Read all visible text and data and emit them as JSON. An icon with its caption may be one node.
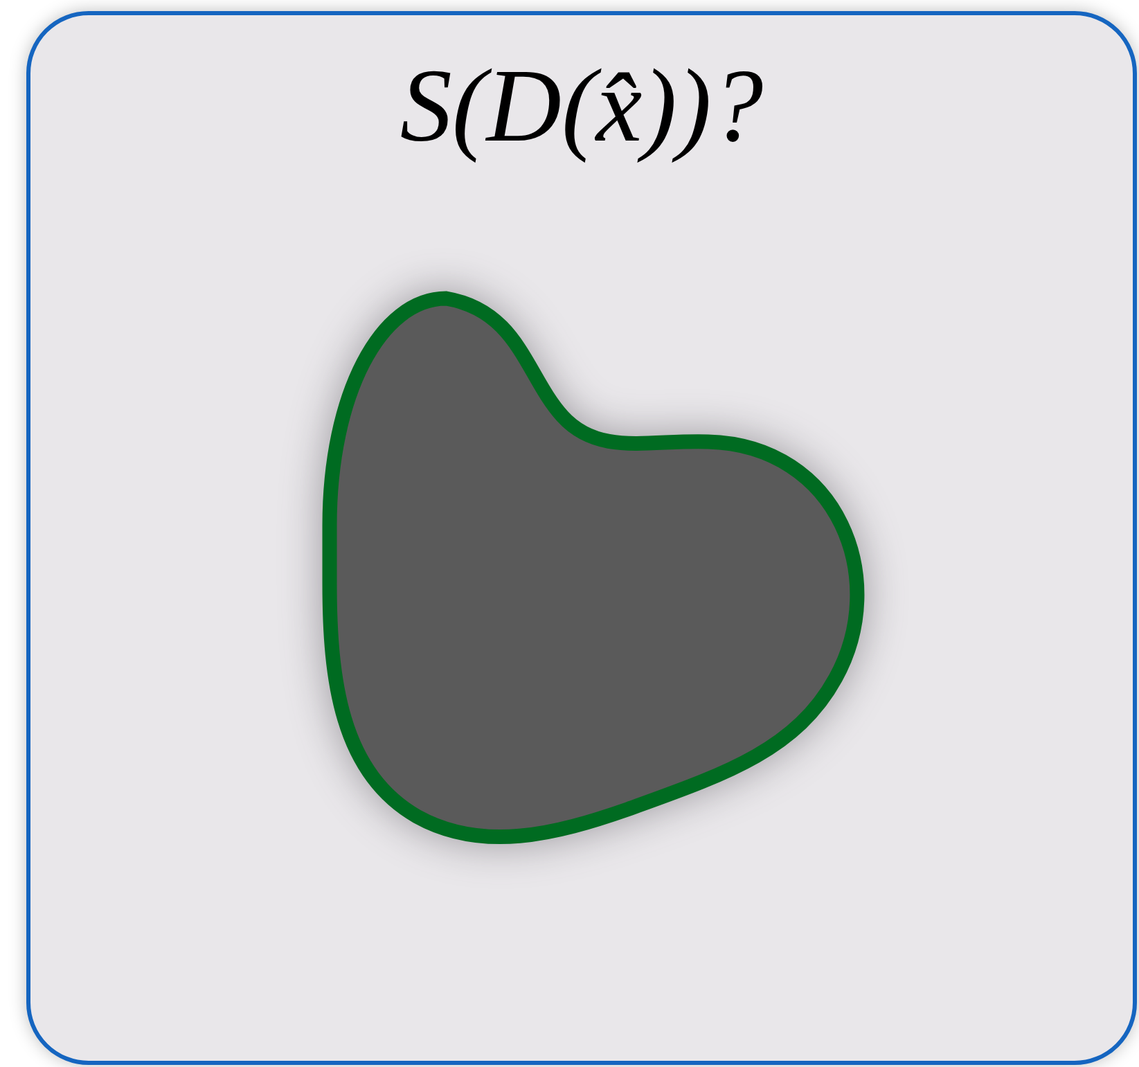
{
  "diagram": {
    "nodes": [
      {
        "text": [
          "S(D(x̂))?"
        ]
      },
      {
        "text": [],
        "shape": "blob",
        "in": 0
      }
    ],
    "edges": []
  }
}
